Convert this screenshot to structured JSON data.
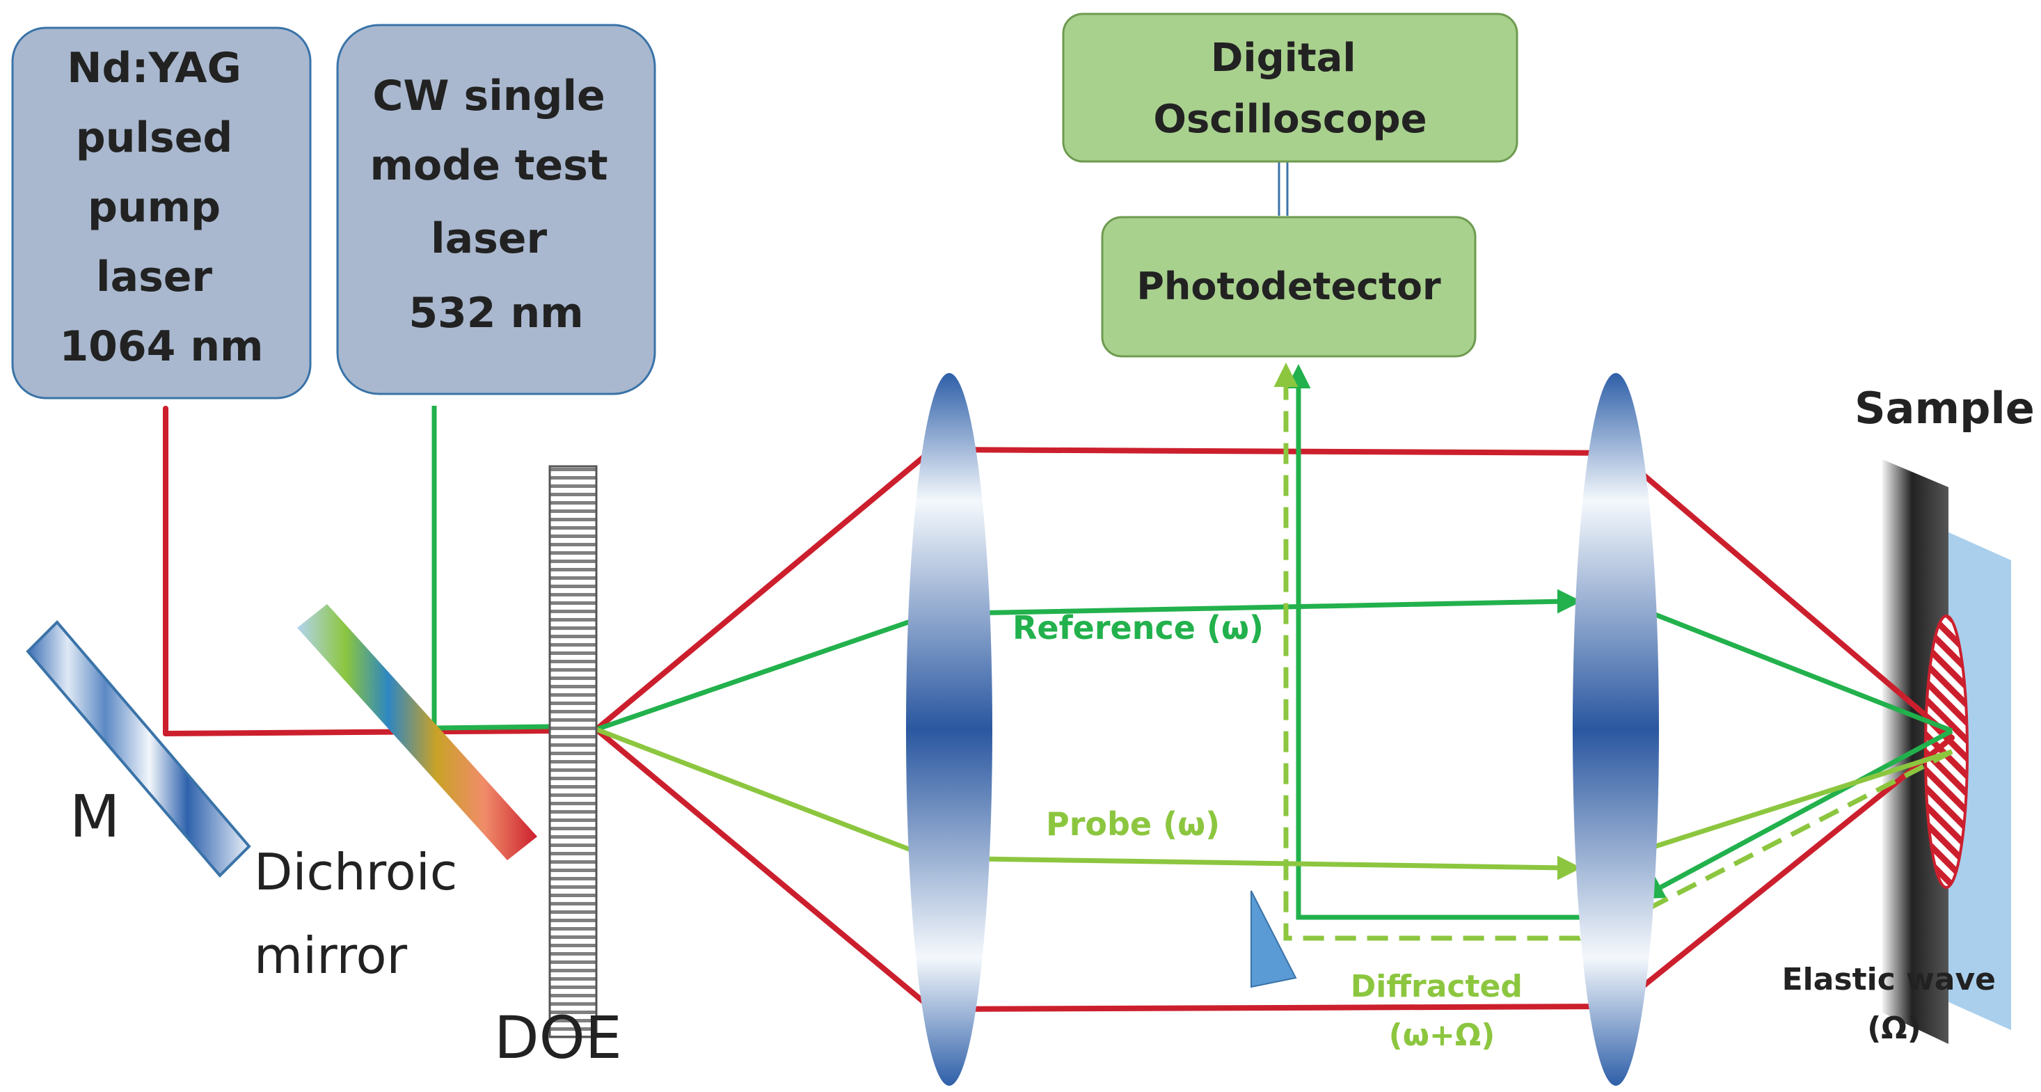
{
  "boxes": {
    "pump_laser": [
      "Nd:YAG",
      "pulsed",
      "pump",
      "laser",
      "1064 nm"
    ],
    "test_laser": [
      "CW single",
      "mode test",
      "laser",
      "532 nm"
    ],
    "oscilloscope": [
      "Digital",
      "Oscilloscope"
    ],
    "photodetector": [
      "Photodetector"
    ]
  },
  "labels": {
    "mirror": "M",
    "dichroic": [
      "Dichroic",
      "mirror"
    ],
    "doe": "DOE",
    "sample": "Sample",
    "elastic_wave": [
      "Elastic wave",
      "(Ω)"
    ],
    "reference": "Reference (ω)",
    "probe": "Probe (ω)",
    "diffracted": [
      "Diffracted",
      "(ω+Ω)"
    ]
  },
  "colors": {
    "pump_beam": "#cc1f2d",
    "reference_beam": "#22b14c",
    "probe_beam": "#8cc63f",
    "laser_box_fill": "#a9b8cf",
    "laser_box_stroke": "#3a73a8",
    "detector_box_fill": "#a9d18e",
    "detector_box_stroke": "#6e9b4f",
    "lens": "#2e5fa8",
    "sample_face": "#a9cfec"
  }
}
